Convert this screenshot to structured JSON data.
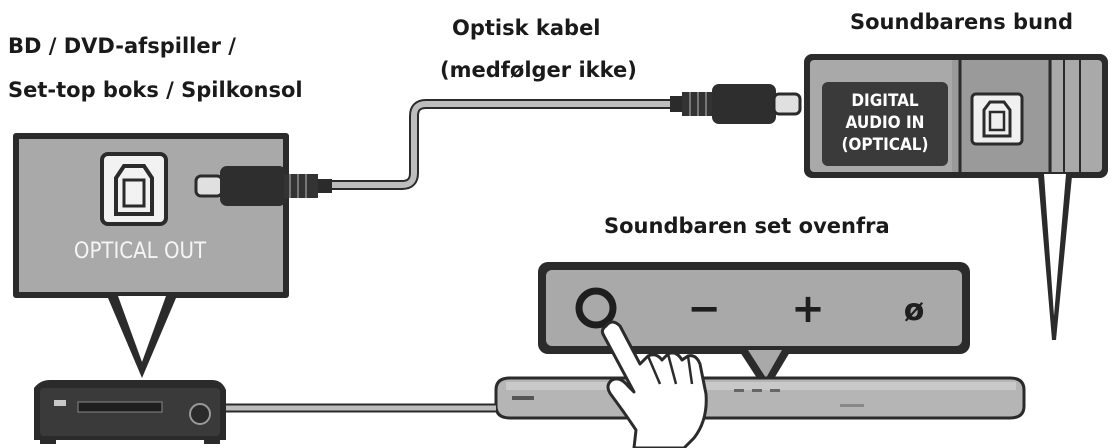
{
  "labels": {
    "source_line1": "BD / DVD-afspiller /",
    "source_line2": "Set-top boks / Spilkonsol",
    "cable_line1": "Optisk kabel",
    "cable_line2": "(medfølger ikke)",
    "soundbar_bottom": "Soundbarens bund",
    "soundbar_top_view": "Soundbaren set ovenfra"
  },
  "ports": {
    "source_port": "OPTICAL OUT",
    "soundbar_port_line1": "DIGITAL",
    "soundbar_port_line2": "AUDIO IN",
    "soundbar_port_line3": "(OPTICAL)"
  },
  "buttons": {
    "minus": "−",
    "plus": "+",
    "bluetooth": "ø"
  },
  "icons": [
    "optical-port-icon",
    "power-button-icon",
    "hand-icon"
  ],
  "colors": {
    "panel_gray": "#a9a9a9",
    "dark": "#2b2b2b",
    "cable_gray": "#b8b8b8",
    "label_bg": "#3a3a3a"
  }
}
